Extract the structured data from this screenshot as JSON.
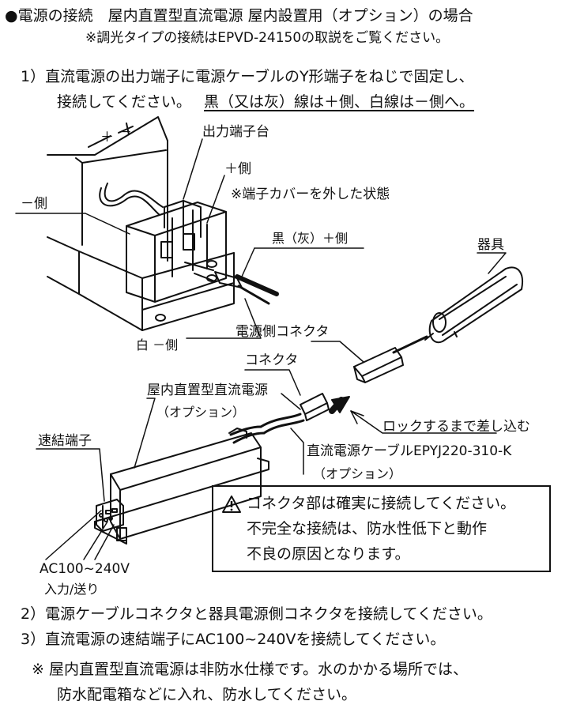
{
  "header": {
    "title": "●電源の接続　屋内直置型直流電源 屋内設置用（オプション）の場合",
    "note": "※調光タイプの接続はEPVD-24150の取説をご覧ください。"
  },
  "steps": {
    "s1_line1": "1）直流電源の出力端子に電源ケーブルのY形端子をねじで固定し、",
    "s1_line2a": "接続してください。",
    "s1_line2b": "黒（又は灰）線は＋側、白線は－側へ。",
    "s2": "2）電源ケーブルコネクタと器具電源側コネクタを接続してください。",
    "s3": "3）直流電源の速結端子にAC100~240Vを接続してください。",
    "note1": "※ 屋内直置型直流電源は非防水仕様です。水のかかる場所では、",
    "note2": "防水配電箱などに入れ、防水してください。"
  },
  "labels": {
    "output_terminal": "出力端子台",
    "plus_side": "＋側",
    "cover_removed": "※端子カバーを外した状態",
    "minus_side": "－側",
    "black_plus": "黒（灰）＋側",
    "white_minus": "白 －側",
    "fixture": "器具",
    "power_side_connector": "電源側コネクタ",
    "connector": "コネクタ",
    "dc_power": "屋内直置型直流電源",
    "option1": "（オプション）",
    "quick_terminal": "速結端子",
    "lock_insert": "ロックするまで差し込む",
    "dc_cable": "直流電源ケーブルEPYJ220-310-K",
    "option2": "（オプション）",
    "ac_input": "AC100~240V",
    "io": "入力/送り",
    "box_plus": "＋",
    "box_minus": "－"
  },
  "caution": {
    "line1": "コネクタ部は確実に接続してください。",
    "line2": "不完全な接続は、防水性低下と動作",
    "line3": "不良の原因となります。"
  }
}
